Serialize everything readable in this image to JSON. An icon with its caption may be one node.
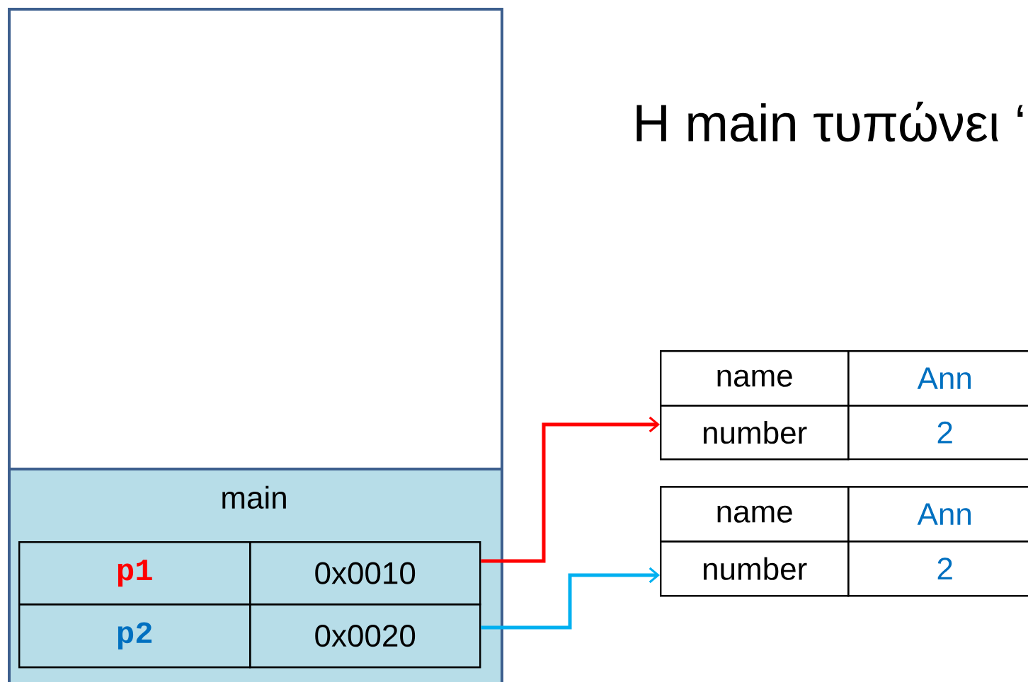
{
  "diagram": {
    "title": "Η main τυπώνει ‘",
    "nodes": [
      {
        "text": [],
        "shape": "box"
      },
      {
        "text": [
          "main"
        ]
      },
      {
        "text": [
          "p1"
        ],
        "in": 1
      },
      {
        "text": [
          "0x0010"
        ],
        "in": 1
      },
      {
        "text": [
          "p2"
        ],
        "in": 1
      },
      {
        "text": [
          "0x0020"
        ],
        "in": 1
      },
      {
        "text": [
          "name"
        ]
      },
      {
        "text": [
          "Ann"
        ]
      },
      {
        "text": [
          "number"
        ]
      },
      {
        "text": [
          "2"
        ]
      },
      {
        "text": [
          "name"
        ]
      },
      {
        "text": [
          "Ann"
        ]
      },
      {
        "text": [
          "number"
        ]
      },
      {
        "text": [
          "2"
        ]
      }
    ],
    "edges": [
      {
        "from": 3,
        "to": 8,
        "arrow": "to",
        "color": "#ff0000"
      },
      {
        "from": 5,
        "to": 12,
        "arrow": "to",
        "color": "#00b0f0"
      }
    ]
  }
}
